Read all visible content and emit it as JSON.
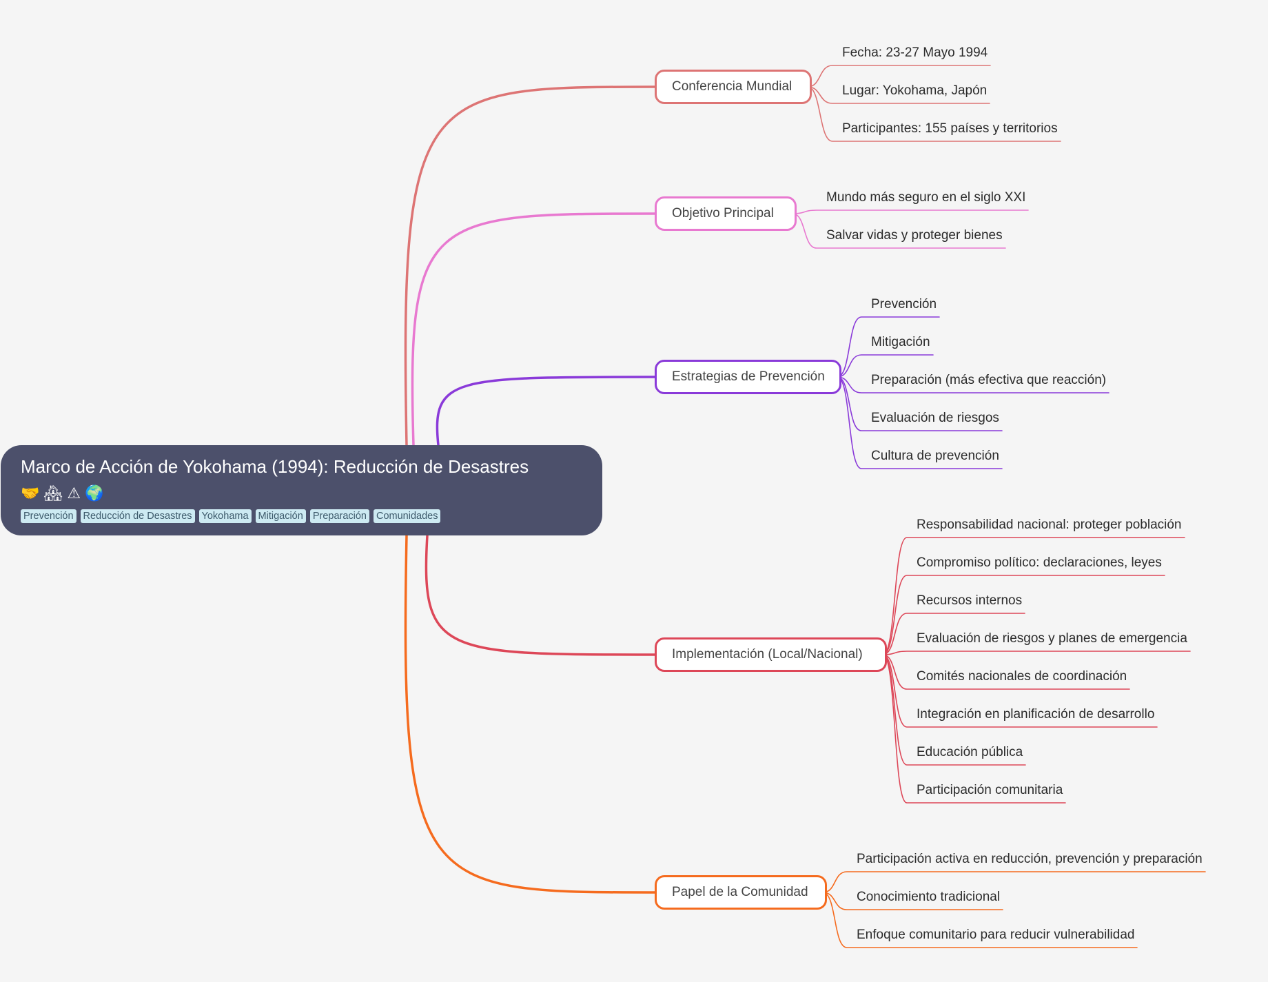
{
  "root": {
    "title": "Marco de Acción de Yokohama (1994): Reducción de Desastres",
    "emojis": [
      "🤝",
      "🏘",
      "⚠",
      "🌍"
    ],
    "tags": [
      "Prevención",
      "Reducción de Desastres",
      "Yokohama",
      "Mitigación",
      "Preparación",
      "Comunidades"
    ],
    "color": "#4c506b"
  },
  "branches": [
    {
      "label": "Conferencia Mundial",
      "color": "#dd7474",
      "children": [
        "Fecha: 23-27 Mayo 1994",
        "Lugar: Yokohama, Japón",
        "Participantes: 155 países y territorios"
      ]
    },
    {
      "label": "Objetivo Principal",
      "color": "#e879d0",
      "children": [
        "Mundo más seguro en el siglo XXI",
        "Salvar vidas y proteger bienes"
      ]
    },
    {
      "label": "Estrategias de Prevención",
      "color": "#8a3ad9",
      "children": [
        "Prevención",
        "Mitigación",
        "Preparación (más efectiva que reacción)",
        "Evaluación de riesgos",
        "Cultura de prevención"
      ]
    },
    {
      "label": "Implementación (Local/Nacional)",
      "color": "#dd4758",
      "children": [
        "Responsabilidad nacional: proteger población",
        "Compromiso político: declaraciones, leyes",
        "Recursos internos",
        "Evaluación de riesgos y planes de emergencia",
        "Comités nacionales de coordinación",
        "Integración en planificación de desarrollo",
        "Educación pública",
        "Participación comunitaria"
      ]
    },
    {
      "label": "Papel de la Comunidad",
      "color": "#f56b1e",
      "children": [
        "Participación activa en reducción, prevención y preparación",
        "Conocimiento tradicional",
        "Enfoque comunitario para reducir vulnerabilidad"
      ]
    }
  ]
}
